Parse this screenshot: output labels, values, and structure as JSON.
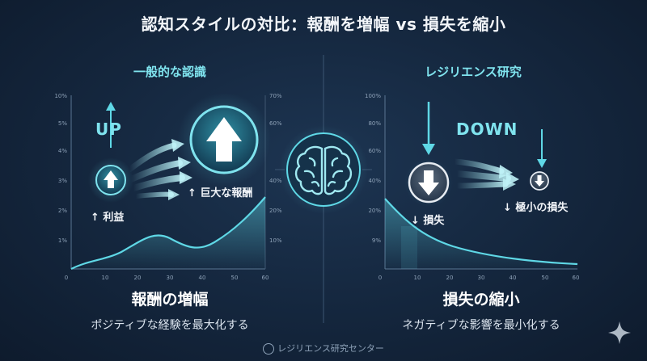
{
  "title": "認知スタイルの対比：報酬を増幅 vs 損失を縮小",
  "left": {
    "subtitle": "一般的な認識",
    "up_label": "UP",
    "small_label": "↑ 利益",
    "big_label": "↑ 巨大な報酬",
    "panel_title": "報酬の増幅",
    "caption": "ポジティブな経験を最大化する",
    "y_left_ticks": [
      "10%",
      "5%",
      "4%",
      "3%",
      "2%",
      "1%"
    ],
    "y_right_ticks": [
      "70%",
      "60%",
      "40%",
      "20%",
      "10%"
    ],
    "x_ticks": [
      "0",
      "10",
      "20",
      "30",
      "40",
      "50",
      "60"
    ]
  },
  "right": {
    "subtitle": "レジリエンス研究",
    "down_label": "DOWN",
    "big_label": "↓ 損失",
    "small_label": "↓ 極小の損失",
    "panel_title": "損失の縮小",
    "caption": "ネガティブな影響を最小化する",
    "y_ticks": [
      "100%",
      "80%",
      "60%",
      "40%",
      "20%",
      "9%"
    ],
    "x_ticks": [
      "0",
      "10",
      "20",
      "30",
      "40",
      "50",
      "60"
    ]
  },
  "footer": "レジリエンス研究センター",
  "colors": {
    "accent": "#5fd8e6",
    "background": "#14263d"
  },
  "icons": [
    "up-arrow-icon",
    "down-arrow-icon",
    "brain-icon",
    "sparkle-icon"
  ]
}
